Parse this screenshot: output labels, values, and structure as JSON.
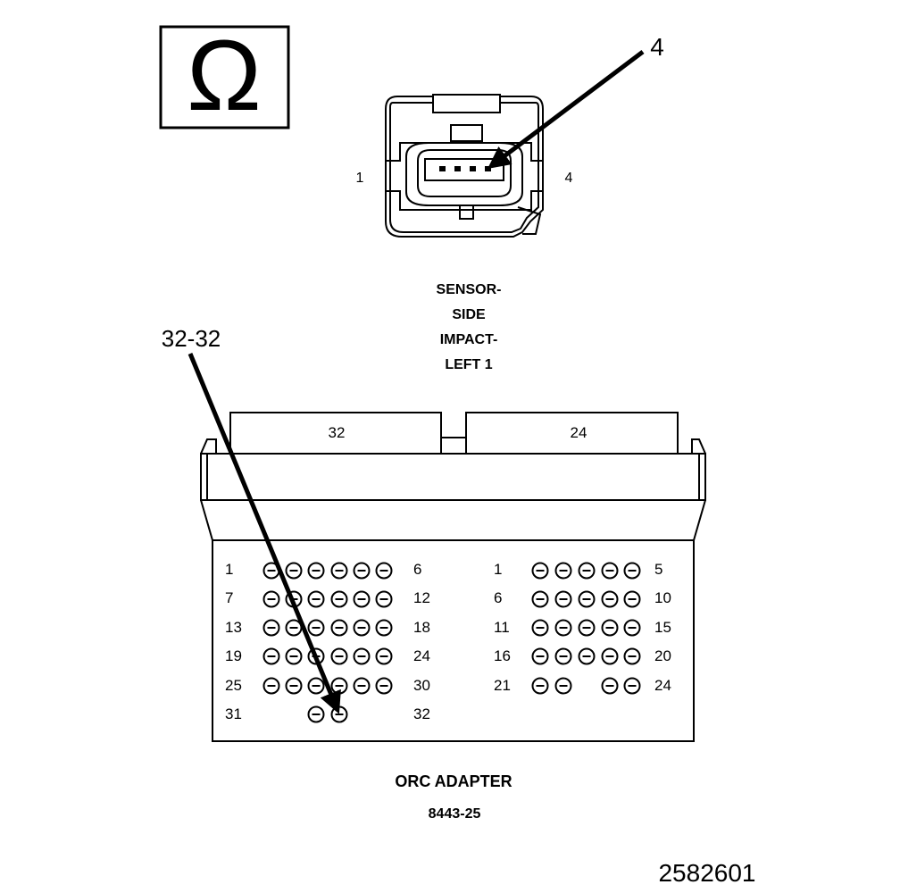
{
  "ohm_symbol": "Ω",
  "sensor_connector": {
    "callout": "4",
    "pin_left": "1",
    "pin_right": "4",
    "title_lines": [
      "SENSOR-",
      "SIDE",
      "IMPACT-",
      "LEFT 1"
    ]
  },
  "adapter": {
    "callout": "32-32",
    "left_block_label": "32",
    "right_block_label": "24",
    "left_rows": [
      {
        "start": "1",
        "end": "6"
      },
      {
        "start": "7",
        "end": "12"
      },
      {
        "start": "13",
        "end": "18"
      },
      {
        "start": "19",
        "end": "24"
      },
      {
        "start": "25",
        "end": "30"
      },
      {
        "start": "31",
        "end": "32"
      }
    ],
    "right_rows": [
      {
        "start": "1",
        "end": "5"
      },
      {
        "start": "6",
        "end": "10"
      },
      {
        "start": "11",
        "end": "15"
      },
      {
        "start": "16",
        "end": "20"
      },
      {
        "start": "21",
        "end": "24"
      }
    ],
    "name": "ORC ADAPTER",
    "part_number": "8443-25"
  },
  "figure_number": "2582601"
}
